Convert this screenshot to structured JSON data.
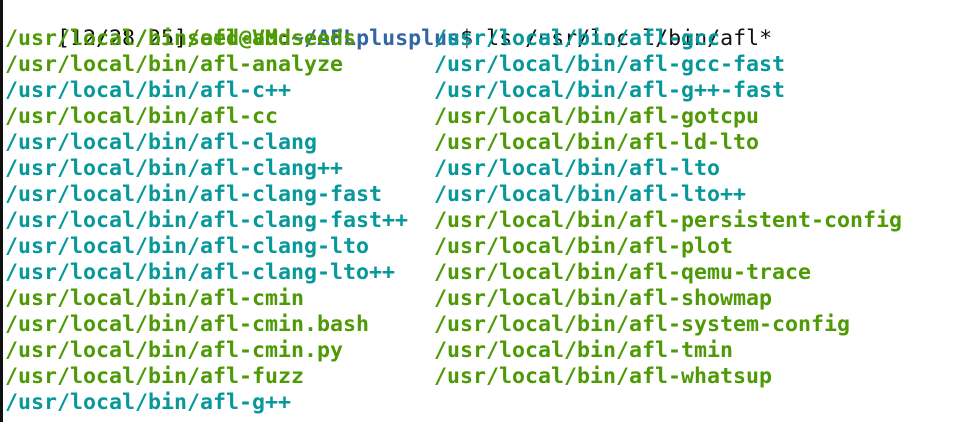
{
  "prompt": {
    "timestamp": "[12/28/25]",
    "user_host": "seed@VM",
    "separator": ":",
    "cwd": "~/AFLplusplus",
    "symbol": "$",
    "command": " ls /usr/local/bin/afl*"
  },
  "colors": {
    "background": "#ffffff",
    "text": "#111111",
    "user_host": "#4e9a06",
    "cwd": "#3465a4",
    "executable": "#4e9a06",
    "symlink": "#06989a"
  },
  "listing": {
    "columns": [
      [
        {
          "name": "/usr/local/bin/afl-addseeds",
          "kind": "executable"
        },
        {
          "name": "/usr/local/bin/afl-analyze",
          "kind": "executable"
        },
        {
          "name": "/usr/local/bin/afl-c++",
          "kind": "symlink"
        },
        {
          "name": "/usr/local/bin/afl-cc",
          "kind": "executable"
        },
        {
          "name": "/usr/local/bin/afl-clang",
          "kind": "symlink"
        },
        {
          "name": "/usr/local/bin/afl-clang++",
          "kind": "symlink"
        },
        {
          "name": "/usr/local/bin/afl-clang-fast",
          "kind": "symlink"
        },
        {
          "name": "/usr/local/bin/afl-clang-fast++",
          "kind": "symlink"
        },
        {
          "name": "/usr/local/bin/afl-clang-lto",
          "kind": "symlink"
        },
        {
          "name": "/usr/local/bin/afl-clang-lto++",
          "kind": "symlink"
        },
        {
          "name": "/usr/local/bin/afl-cmin",
          "kind": "executable"
        },
        {
          "name": "/usr/local/bin/afl-cmin.bash",
          "kind": "executable"
        },
        {
          "name": "/usr/local/bin/afl-cmin.py",
          "kind": "executable"
        },
        {
          "name": "/usr/local/bin/afl-fuzz",
          "kind": "executable"
        },
        {
          "name": "/usr/local/bin/afl-g++",
          "kind": "symlink"
        }
      ],
      [
        {
          "name": "/usr/local/bin/afl-gcc",
          "kind": "symlink"
        },
        {
          "name": "/usr/local/bin/afl-gcc-fast",
          "kind": "symlink"
        },
        {
          "name": "/usr/local/bin/afl-g++-fast",
          "kind": "symlink"
        },
        {
          "name": "/usr/local/bin/afl-gotcpu",
          "kind": "executable"
        },
        {
          "name": "/usr/local/bin/afl-ld-lto",
          "kind": "executable"
        },
        {
          "name": "/usr/local/bin/afl-lto",
          "kind": "symlink"
        },
        {
          "name": "/usr/local/bin/afl-lto++",
          "kind": "symlink"
        },
        {
          "name": "/usr/local/bin/afl-persistent-config",
          "kind": "executable"
        },
        {
          "name": "/usr/local/bin/afl-plot",
          "kind": "executable"
        },
        {
          "name": "/usr/local/bin/afl-qemu-trace",
          "kind": "executable"
        },
        {
          "name": "/usr/local/bin/afl-showmap",
          "kind": "executable"
        },
        {
          "name": "/usr/local/bin/afl-system-config",
          "kind": "executable"
        },
        {
          "name": "/usr/local/bin/afl-tmin",
          "kind": "executable"
        },
        {
          "name": "/usr/local/bin/afl-whatsup",
          "kind": "executable"
        }
      ]
    ]
  }
}
